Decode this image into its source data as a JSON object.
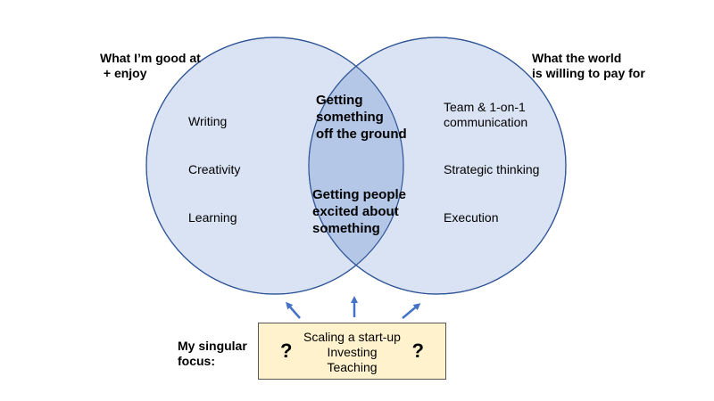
{
  "left_circle": {
    "label_lines": [
      "What I’m good at",
      " + enjoy"
    ],
    "items": [
      "Writing",
      "Creativity",
      "Learning"
    ]
  },
  "right_circle": {
    "label_lines": [
      "What the world",
      "is willing to pay for"
    ],
    "items": [
      "Team & 1-on-1 communication",
      "Strategic thinking",
      "Execution"
    ],
    "item0_lines": [
      "Team & 1-on-1",
      "communication"
    ]
  },
  "overlap": {
    "group1_lines": [
      "Getting",
      "something",
      "off the ground"
    ],
    "group2_lines": [
      "Getting people",
      "excited about",
      "something"
    ]
  },
  "focus": {
    "label_lines": [
      "My singular",
      "focus:"
    ],
    "items": [
      "Scaling a start-up",
      "Investing",
      "Teaching"
    ],
    "left_mark": "?",
    "right_mark": "?"
  },
  "colors": {
    "circle_fill": "#dae3f3",
    "overlap_fill": "#b4c7e7",
    "circle_stroke": "#2f5597",
    "arrow": "#4472c4",
    "focus_fill": "#fff2cc"
  }
}
